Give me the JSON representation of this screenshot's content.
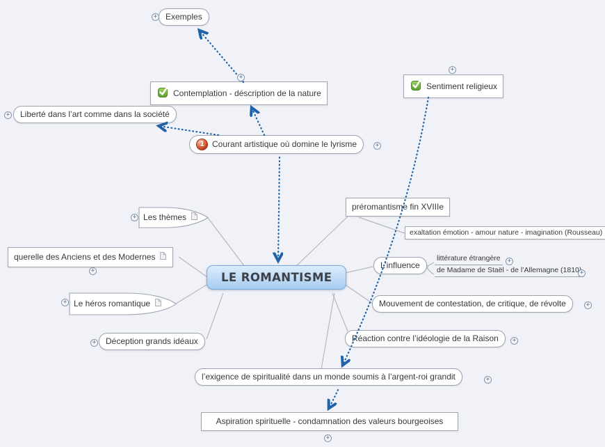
{
  "diagram": {
    "type": "mindmap",
    "central_topic": "LE ROMANTISME"
  },
  "nodes": {
    "central": {
      "label": "LE ROMANTISME"
    },
    "exemples": {
      "label": "Exemples"
    },
    "contemplation": {
      "label": "Contemplation - déscription de la nature",
      "icon": "green-check"
    },
    "sentiment": {
      "label": "Sentiment religieux",
      "icon": "green-check"
    },
    "liberte": {
      "label": "Liberté dans l’art comme dans la société"
    },
    "courant": {
      "label": "Courant artistique où domine le lyrisme",
      "icon": "priority-1"
    },
    "preromantisme": {
      "label": "préromantisme fin XVIIIe"
    },
    "exaltation": {
      "label": "exaltation émotion - amour nature - imagination (Rousseau)"
    },
    "themes": {
      "label": "Les thèmes",
      "icon": "note"
    },
    "querelle": {
      "label": "querelle des Anciens et des Modernes",
      "icon": "note"
    },
    "influence": {
      "label": "L’influence"
    },
    "litterature": {
      "label": "littérature étrangère"
    },
    "madame": {
      "label": "de Madame de Staël - de l’Allemagne (1810)"
    },
    "heros": {
      "label": "Le héros romantique",
      "icon": "note"
    },
    "mouvement": {
      "label": "Mouvement de contestation, de critique, de révolte"
    },
    "reaction": {
      "label": "Réaction contre l’idéologie de la Raison"
    },
    "deception": {
      "label": "Déception grands idéaux"
    },
    "exigence": {
      "label": "l’exigence de spiritualité dans un monde soumis à l’argent-roi grandit"
    },
    "aspiration": {
      "label": "Aspiration spirituelle - condamnation des valeurs bourgeoises"
    }
  },
  "icons": {
    "expander": "+",
    "priority_1": "1"
  },
  "branches": [
    [
      "central",
      "themes"
    ],
    [
      "central",
      "querelle"
    ],
    [
      "central",
      "heros"
    ],
    [
      "central",
      "deception"
    ],
    [
      "central",
      "preromantisme"
    ],
    [
      "central",
      "influence"
    ],
    [
      "central",
      "mouvement"
    ],
    [
      "central",
      "reaction"
    ],
    [
      "central",
      "exigence"
    ],
    [
      "preromantisme",
      "exaltation"
    ],
    [
      "influence",
      "litterature"
    ],
    [
      "influence",
      "madame"
    ]
  ],
  "relationships": [
    {
      "from": "contemplation",
      "to": "exemples",
      "style": "dotted-arrow"
    },
    {
      "from": "courant",
      "to": "contemplation",
      "style": "dotted-arrow"
    },
    {
      "from": "courant",
      "to": "central",
      "style": "dotted-arrow"
    },
    {
      "from": "courant",
      "to": "liberte",
      "style": "dotted-arrow"
    },
    {
      "from": "sentiment",
      "to": "exigence",
      "style": "dotted-arrow"
    },
    {
      "from": "exigence",
      "to": "aspiration",
      "style": "dotted-arrow"
    }
  ],
  "colors": {
    "background": "#f1f2f7",
    "relationship_blue": "#1e63a9",
    "branch_gray": "#b5b8c2",
    "node_border": "#9ca3ae",
    "central_fill_top": "#dcedfc",
    "central_fill_bottom": "#a6ccf1",
    "check_green": "#6cb33f",
    "priority_red": "#c8402a"
  }
}
